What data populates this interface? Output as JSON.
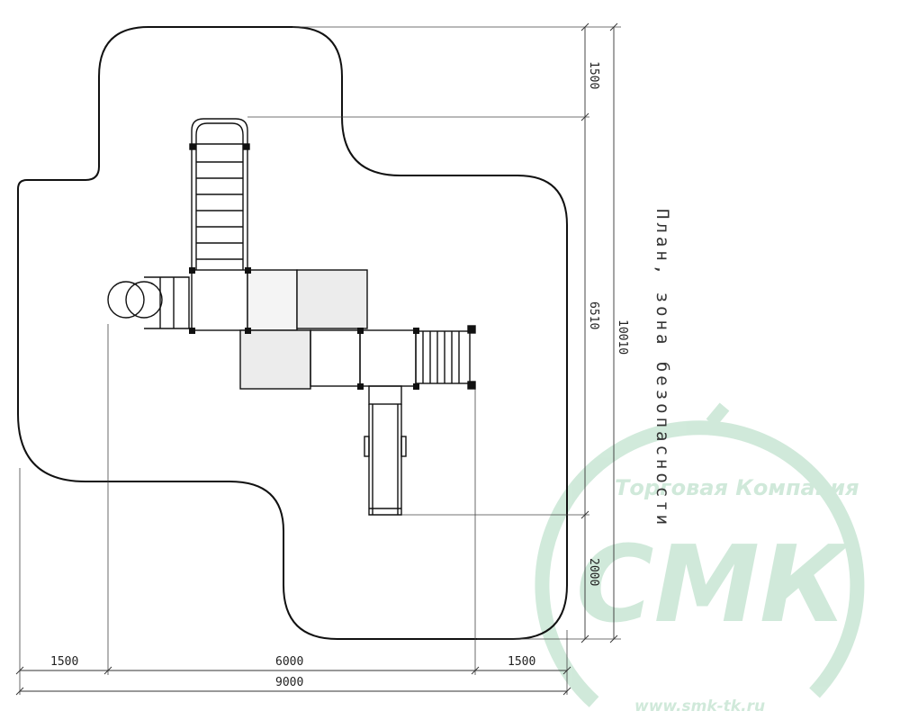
{
  "title": "План, зона безопасности",
  "dimensions": {
    "top_margin": "1500",
    "structure_depth": "6510",
    "total_depth": "10010",
    "bottom_margin": "2000",
    "left_margin": "1500",
    "structure_width": "6000",
    "right_margin": "1500",
    "total_width": "9000"
  },
  "watermark": {
    "company": "Торговая Компания",
    "brand": "СМК",
    "url": "www.smk-tk.ru",
    "color": "#2e9e5a"
  },
  "colors": {
    "line": "#111111",
    "panel": "#ececec"
  }
}
